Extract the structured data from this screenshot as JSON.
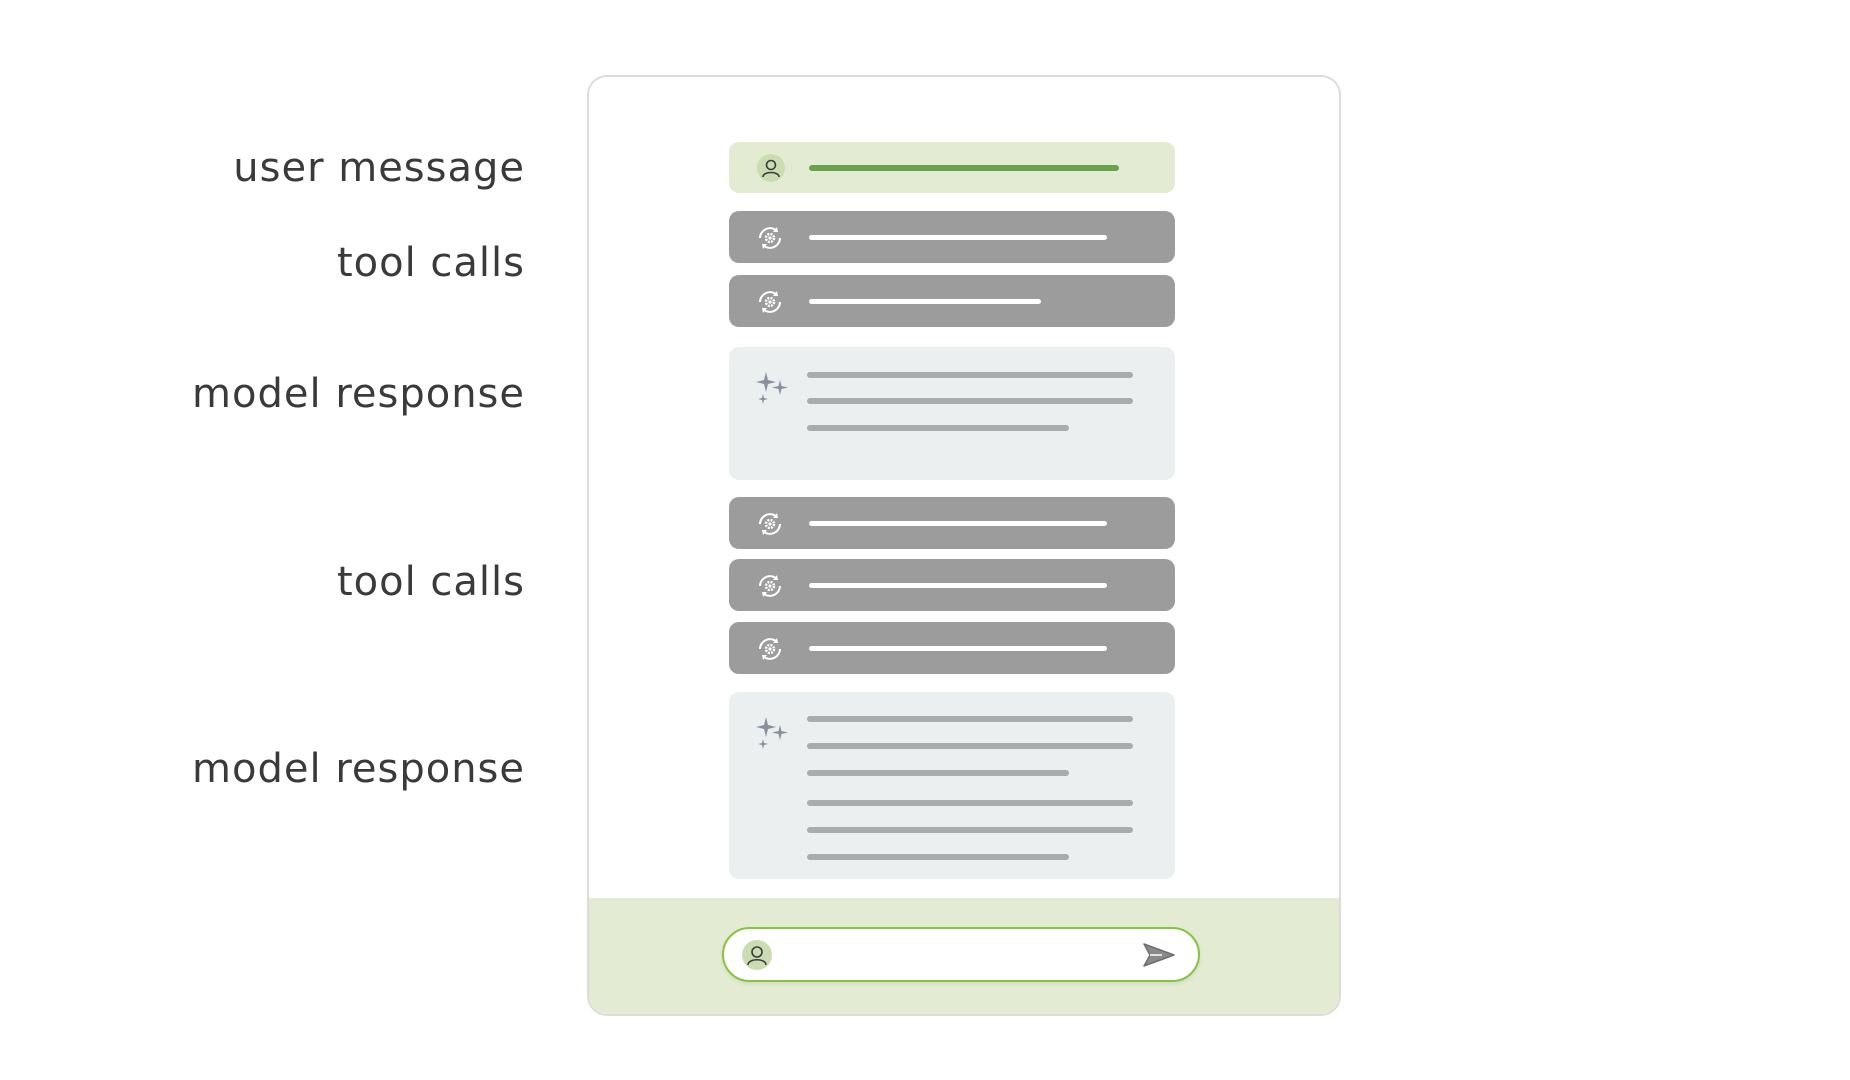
{
  "labels": {
    "user_message": "user message",
    "tool_calls_1": "tool calls",
    "model_response_1": "model response",
    "tool_calls_2": "tool calls",
    "model_response_2": "model response"
  },
  "icons": {
    "user": "user-avatar-icon",
    "tool": "tool-gear-refresh-icon",
    "model": "sparkle-icon",
    "send": "send-icon"
  },
  "colors": {
    "user_bubble": "#e3ecd3",
    "user_line": "#6aa14d",
    "tool_bubble": "#9c9c9c",
    "model_bubble": "#eceff0",
    "input_border": "#86c43f"
  }
}
